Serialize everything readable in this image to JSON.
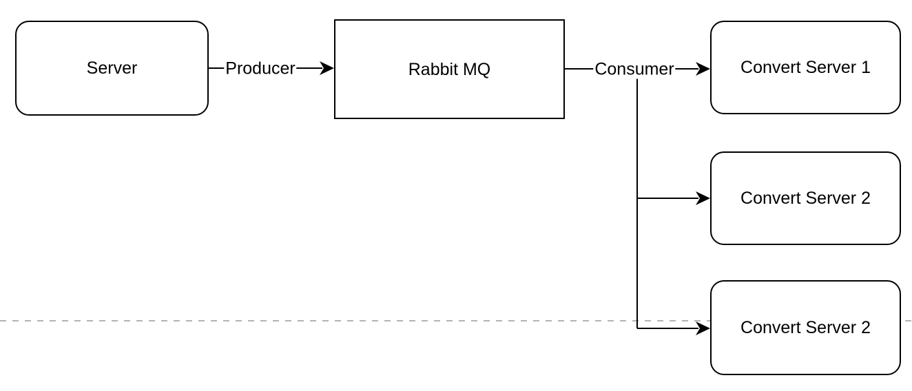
{
  "diagram": {
    "nodes": [
      {
        "id": "server",
        "label": "Server",
        "shape": "rounded-rectangle"
      },
      {
        "id": "rabbit-mq",
        "label": "Rabbit MQ",
        "shape": "rectangle"
      },
      {
        "id": "convert-server-1",
        "label": "Convert Server 1",
        "shape": "rounded-rectangle"
      },
      {
        "id": "convert-server-2",
        "label": "Convert Server 2",
        "shape": "rounded-rectangle"
      },
      {
        "id": "convert-server-3",
        "label": "Convert Server 2",
        "shape": "rounded-rectangle"
      }
    ],
    "edges": [
      {
        "from": "Server",
        "to": "Rabbit MQ",
        "label": "Producer"
      },
      {
        "from": "Rabbit MQ",
        "to": "Convert Server 1",
        "label": "Consumer"
      },
      {
        "from": "Rabbit MQ",
        "to": "Convert Server 2",
        "label": ""
      },
      {
        "from": "Rabbit MQ",
        "to": "Convert Server 2 (bottom)",
        "label": ""
      }
    ],
    "colors": {
      "stroke": "#000000",
      "node_fill": "#ffffff",
      "text": "#000000",
      "separator": "#b3b3b3"
    }
  }
}
